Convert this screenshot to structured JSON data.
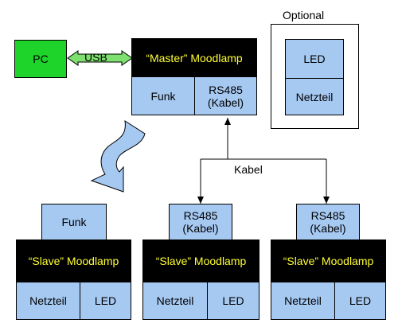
{
  "pc": {
    "label": "PC"
  },
  "usb": {
    "label": "USB"
  },
  "master": {
    "title": "“Master” Moodlamp",
    "funk": "Funk",
    "rs485": "RS485\n(Kabel)"
  },
  "optional": {
    "title": "Optional",
    "led": "LED",
    "netzteil": "Netzteil"
  },
  "kabel_label": "Kabel",
  "slave_left": {
    "module": "Funk",
    "title": "“Slave” Moodlamp",
    "netzteil": "Netzteil",
    "led": "LED"
  },
  "slave_middle": {
    "module": "RS485\n(Kabel)",
    "title": "“Slave” Moodlamp",
    "netzteil": "Netzteil",
    "led": "LED"
  },
  "slave_right": {
    "module": "RS485\n(Kabel)",
    "title": "“Slave” Moodlamp",
    "netzteil": "Netzteil",
    "led": "LED"
  },
  "colors": {
    "module_blue": "#a6c9f2",
    "lamp_black": "#000000",
    "lamp_text_yellow": "#ffff33",
    "pc_green": "#1ed42a",
    "arrow_green": "#7ee06e",
    "wireless_arrow_blue": "#a6c9f2"
  }
}
